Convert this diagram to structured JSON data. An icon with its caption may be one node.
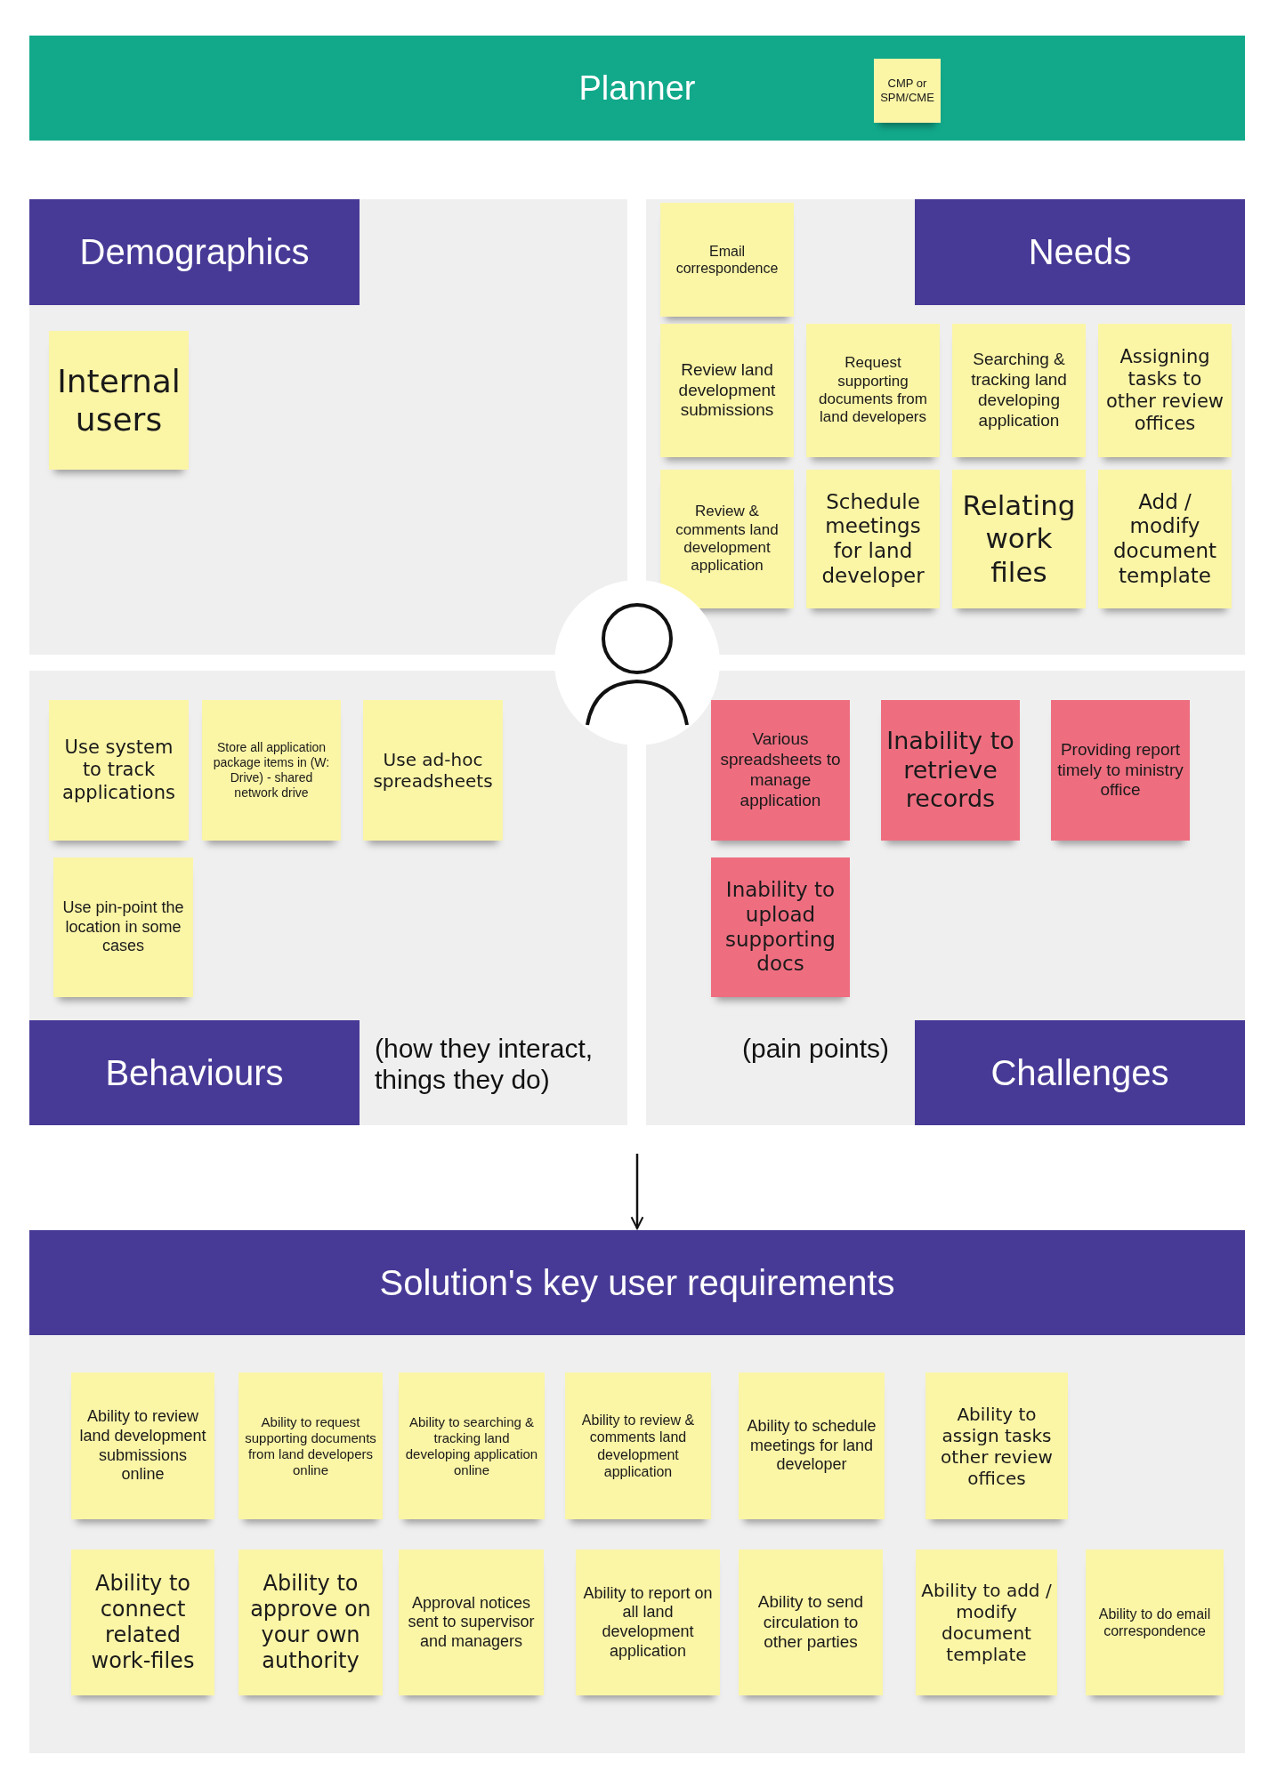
{
  "diagram": {
    "nodes": [
      {
        "text": [
          "Planner"
        ]
      },
      {
        "text": [
          "CMP or SPM/CME"
        ],
        "in": 0
      },
      {
        "text": [
          "Demographics"
        ]
      },
      {
        "text": [
          "Internal users"
        ],
        "in": 2
      },
      {
        "text": [
          "Needs"
        ]
      },
      {
        "text": [
          "Email correspondence"
        ],
        "in": 4
      },
      {
        "text": [
          "Review land development submissions"
        ],
        "in": 4
      },
      {
        "text": [
          "Request supporting documents from land developers"
        ],
        "in": 4
      },
      {
        "text": [
          "Searching & tracking land developing application"
        ],
        "in": 4
      },
      {
        "text": [
          "Assigning tasks to other review offices"
        ],
        "in": 4
      },
      {
        "text": [
          "Review & comments land development application"
        ],
        "in": 4
      },
      {
        "text": [
          "Schedule meetings for land developer"
        ],
        "in": 4
      },
      {
        "text": [
          "Relating work files"
        ],
        "in": 4
      },
      {
        "text": [
          "Add / modify document template"
        ],
        "in": 4
      },
      {
        "text": [
          "Behaviours",
          "(how they interact, things they do)"
        ]
      },
      {
        "text": [
          "Use system to track applications"
        ],
        "in": 14
      },
      {
        "text": [
          "Store all application package items in (W: Drive) - shared network drive"
        ],
        "in": 14
      },
      {
        "text": [
          "Use ad-hoc spreadsheets"
        ],
        "in": 14
      },
      {
        "text": [
          "Use pin-point the location in some cases"
        ],
        "in": 14
      },
      {
        "text": [
          "Challenges",
          "(pain points)"
        ]
      },
      {
        "text": [
          "Various spreadsheets to manage application"
        ],
        "in": 19
      },
      {
        "text": [
          "Inability to retrieve records"
        ],
        "in": 19
      },
      {
        "text": [
          "Providing report timely to ministry office"
        ],
        "in": 19
      },
      {
        "text": [
          "Inability to upload supporting docs"
        ],
        "in": 19
      },
      {
        "text": [
          "Solution's key user requirements"
        ]
      },
      {
        "text": [
          "Ability to review land development submissions online"
        ],
        "in": 24
      },
      {
        "text": [
          "Ability to request supporting documents from land developers online"
        ],
        "in": 24
      },
      {
        "text": [
          "Ability to searching & tracking land developing application online"
        ],
        "in": 24
      },
      {
        "text": [
          "Ability to review & comments land development application"
        ],
        "in": 24
      },
      {
        "text": [
          "Ability to schedule meetings for land developer"
        ],
        "in": 24
      },
      {
        "text": [
          "Ability to assign tasks other review offices"
        ],
        "in": 24
      },
      {
        "text": [
          "Ability to connect related work-files"
        ],
        "in": 24
      },
      {
        "text": [
          "Ability to approve on your own authority"
        ],
        "in": 24
      },
      {
        "text": [
          "Approval notices sent to supervisor and managers"
        ],
        "in": 24
      },
      {
        "text": [
          "Ability to report on all land development application"
        ],
        "in": 24
      },
      {
        "text": [
          "Ability to send circulation to other parties"
        ],
        "in": 24
      },
      {
        "text": [
          "Ability to add / modify document template"
        ],
        "in": 24
      },
      {
        "text": [
          "Ability to do email correspondence"
        ],
        "in": 24
      }
    ],
    "edges": [
      {
        "from": null,
        "to": 24,
        "arrow": "to"
      }
    ]
  }
}
